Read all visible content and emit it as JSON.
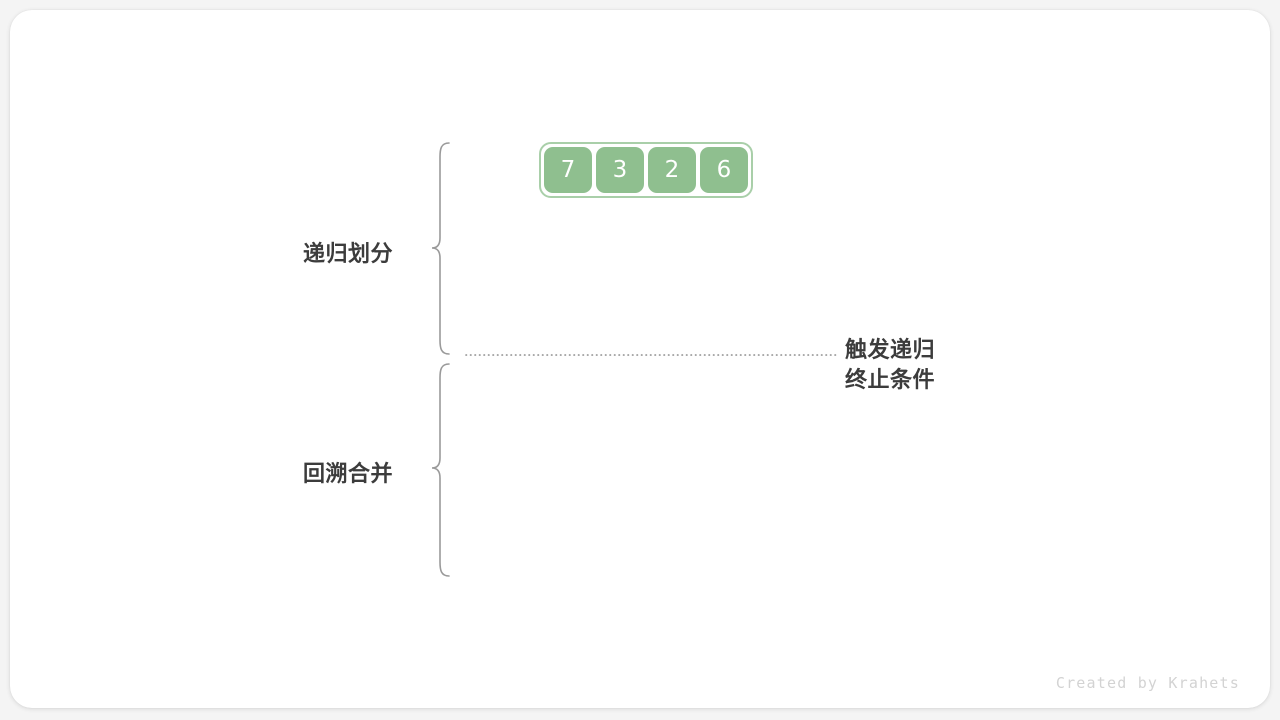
{
  "diagram": {
    "title_semantic": "merge-sort-recursion-divide-and-merge",
    "array": {
      "values": [
        "7",
        "3",
        "2",
        "6"
      ],
      "cell_color": "#8fbf8f",
      "cell_text_color": "#ffffff",
      "outer_border_color": "#a9cfa9"
    },
    "phases": [
      {
        "id": "divide",
        "label": "递归划分"
      },
      {
        "id": "merge",
        "label": "回溯合并"
      }
    ],
    "annotation": {
      "line1": "触发递归",
      "line2": "终止条件",
      "divider_style": "dotted",
      "divider_color": "#8a8a8a"
    },
    "brace_color": "#9a9a9a",
    "text_color": "#3c3c3c"
  },
  "footer": {
    "credit": "Created by Krahets",
    "color": "#d3d3d3"
  },
  "canvas": {
    "background": "#f4f4f4",
    "card_background": "#ffffff"
  }
}
